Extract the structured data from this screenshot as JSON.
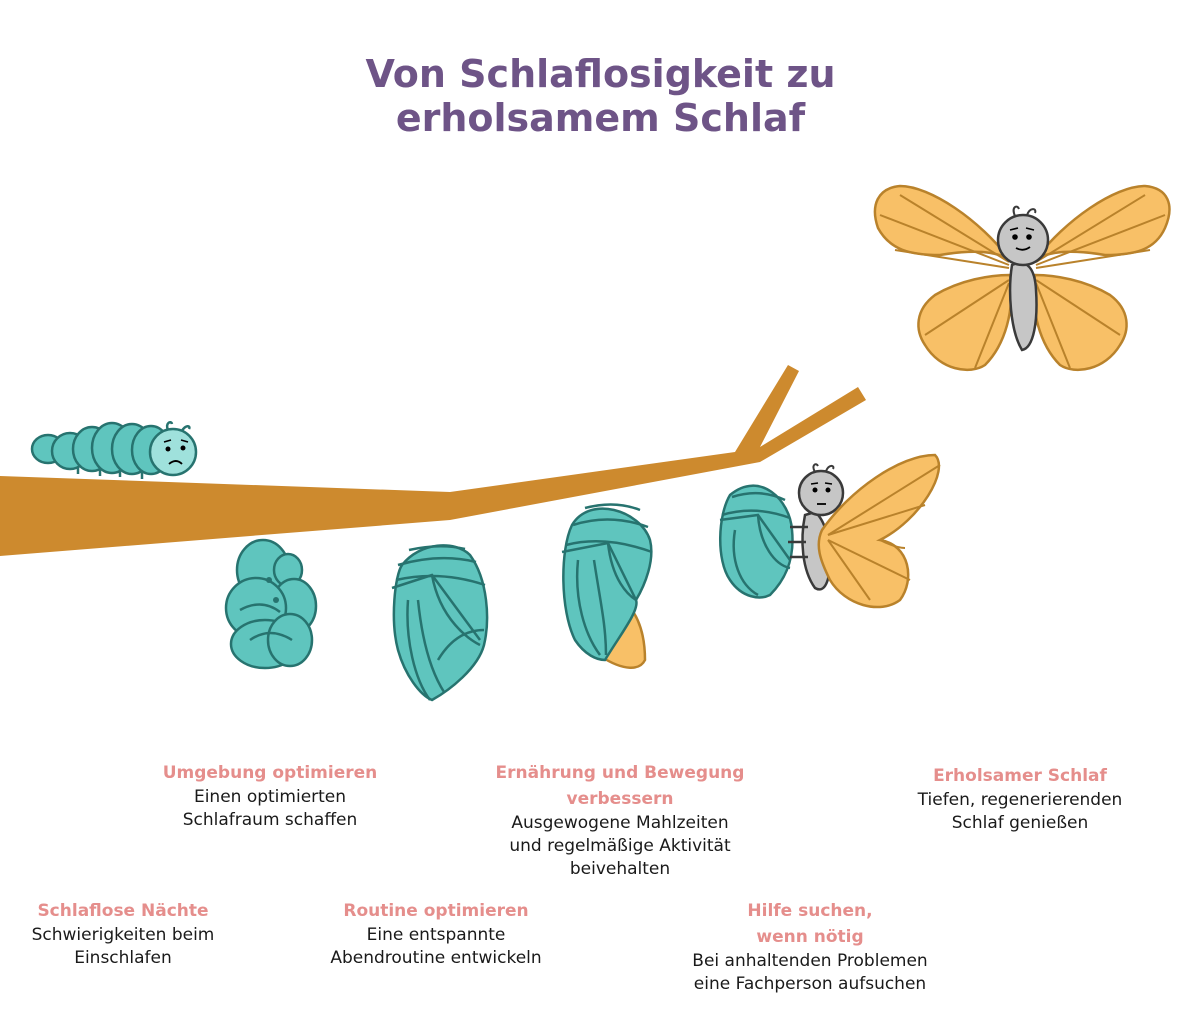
{
  "title": {
    "line1": "Von Schlaflosigkeit zu",
    "line2": "erholsamem Schlaf"
  },
  "colors": {
    "title": "#6e5487",
    "heading": "#e58e8c",
    "text": "#1a1a1a",
    "branch": "#cd8a2e",
    "teal": "#5fc5be",
    "teal_outline": "#27736f",
    "wing": "#f8c067",
    "wing_outline": "#b9822b",
    "body_gray": "#c6c6c6"
  },
  "stages": [
    {
      "heading": "Schlaflose Nächte",
      "text1": "Schwierigkeiten beim",
      "text2": "Einschlafen"
    },
    {
      "heading": "Umgebung optimieren",
      "text1": "Einen optimierten",
      "text2": "Schlafraum schaffen"
    },
    {
      "heading": "Routine optimieren",
      "text1": "Eine entspannte",
      "text2": "Abendroutine entwickeln"
    },
    {
      "heading1": "Ernährung und Bewegung",
      "heading2": "verbessern",
      "text1": "Ausgewogene Mahlzeiten",
      "text2": "und regelmäßige Aktivität",
      "text3": "beivehalten"
    },
    {
      "heading1": "Hilfe suchen,",
      "heading2": "wenn nötig",
      "text1": "Bei anhaltenden Problemen",
      "text2": "eine Fachperson aufsuchen"
    },
    {
      "heading": "Erholsamer Schlaf",
      "text1": "Tiefen, regenerierenden",
      "text2": "Schlaf genießen"
    }
  ],
  "icons": [
    "branch",
    "caterpillar-icon",
    "curled-chrysalis-icon",
    "chrysalis-icon",
    "opening-chrysalis-icon",
    "emerging-butterfly-icon",
    "butterfly-icon"
  ]
}
